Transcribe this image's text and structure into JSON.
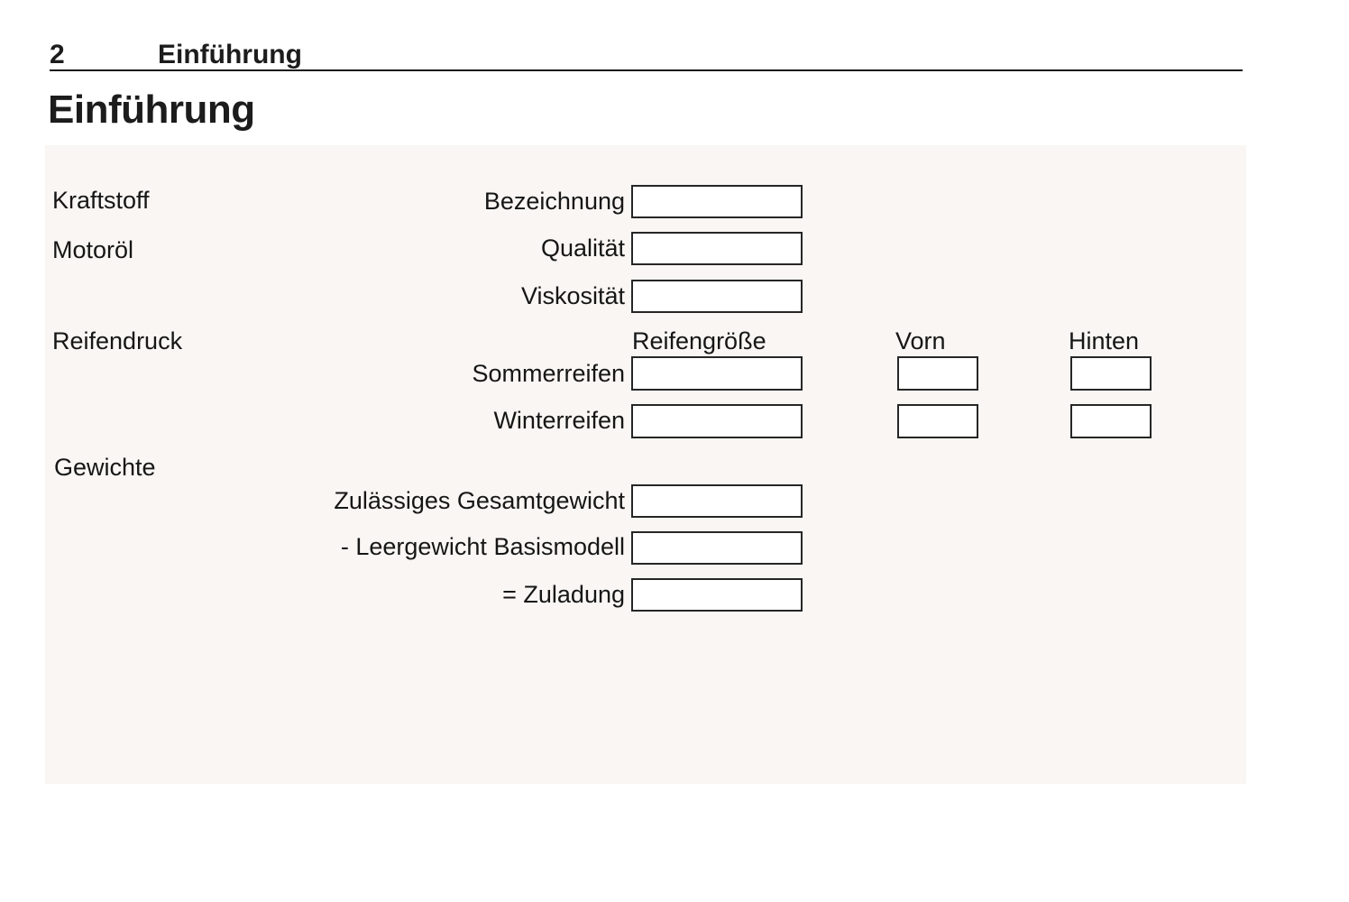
{
  "header": {
    "page_number": "2",
    "chapter_title": "Einführung"
  },
  "page_title": "Einführung",
  "panel": {
    "section_labels": {
      "fuel": "Kraftstoff",
      "engine_oil": "Motoröl",
      "tire_pressure": "Reifendruck",
      "weights": "Gewichte"
    },
    "fuel_oil_fields": [
      {
        "label": "Bezeichnung",
        "value": ""
      },
      {
        "label": "Qualität",
        "value": ""
      },
      {
        "label": "Viskosität",
        "value": ""
      }
    ],
    "tire_table": {
      "col_headers": {
        "size": "Reifengröße",
        "front": "Vorn",
        "rear": "Hinten"
      },
      "rows": [
        {
          "label": "Sommerreifen",
          "size": "",
          "front": "",
          "rear": ""
        },
        {
          "label": "Winterreifen",
          "size": "",
          "front": "",
          "rear": ""
        }
      ]
    },
    "weight_fields": [
      {
        "label": "Zulässiges Gesamtgewicht",
        "value": ""
      },
      {
        "label": "- Leergewicht Basismodell",
        "value": ""
      },
      {
        "label": "= Zuladung",
        "value": ""
      }
    ]
  },
  "colors": {
    "panel_bg": "#f9f6f3",
    "box_border": "#262626",
    "text": "#161616",
    "rule": "#1a1a1a"
  }
}
